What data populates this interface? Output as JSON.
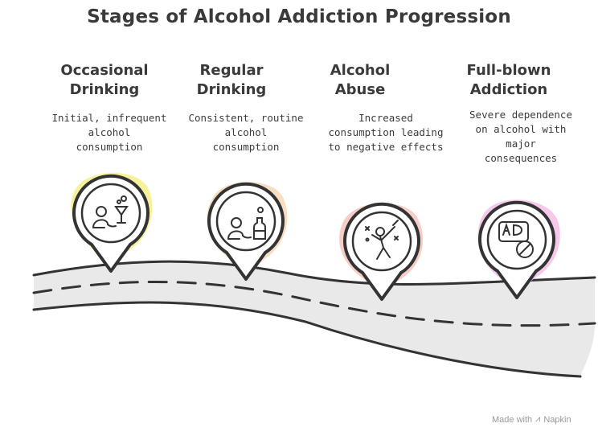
{
  "title": "Stages of Alcohol Addiction Progression",
  "stages": [
    {
      "title_lines": [
        "Occasional",
        "Drinking"
      ],
      "desc_lines": [
        "Initial, infrequent",
        "alcohol",
        "consumption"
      ],
      "icon": "person-with-cocktail-icon",
      "accent": "#f7ef8a"
    },
    {
      "title_lines": [
        "Regular",
        "Drinking"
      ],
      "desc_lines": [
        "Consistent, routine",
        "alcohol",
        "consumption"
      ],
      "icon": "person-with-bottle-icon",
      "accent": "#f8d7b6"
    },
    {
      "title_lines": [
        "Alcohol",
        "Abuse"
      ],
      "desc_lines": [
        "Increased",
        "consumption leading",
        "to negative effects"
      ],
      "icon": "stumbling-drinker-icon",
      "accent": "#f6c6bd"
    },
    {
      "title_lines": [
        "Full-blown",
        "Addiction"
      ],
      "desc_lines": [
        "Severe dependence",
        "on alcohol with",
        "major",
        "consequences"
      ],
      "icon": "ad-prohibited-sign-icon",
      "accent": "#f5c0e6"
    }
  ],
  "footer": {
    "made_with": "Made with",
    "brand": "Napkin",
    "brand_icon": "napkin-logo-icon"
  },
  "colors": {
    "road": "#e9e9e9",
    "outline": "#333333",
    "text": "#3a3a3a"
  }
}
